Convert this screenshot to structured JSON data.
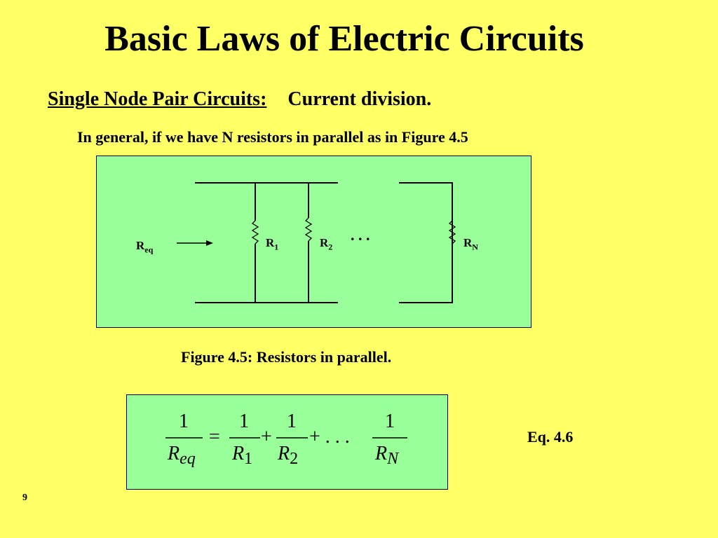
{
  "slide": {
    "title": "Basic Laws of Electric Circuits",
    "subtitle_underlined": "Single Node Pair Circuits:",
    "subtitle_rest": "Current division.",
    "intro": "In general, if we have N resistors in parallel as in Figure 4.5",
    "page_number": "9"
  },
  "figure": {
    "req_label": "R",
    "req_sub": "eq",
    "r1_label": "R",
    "r1_sub": "1",
    "r2_label": "R",
    "r2_sub": "2",
    "rn_label": "R",
    "rn_sub": "N",
    "ellipsis": ". . .",
    "caption": "Figure 4.5:  Resistors in parallel."
  },
  "equation": {
    "one": "1",
    "req_R": "R",
    "req_sub": "eq",
    "equals": "=",
    "r1_R": "R",
    "r1_sub": "1",
    "plus": "+",
    "r2_R": "R",
    "r2_sub": "2",
    "plus_dots": "+ .  .  .",
    "rn_R": "R",
    "rn_sub": "N",
    "eq_number": "Eq. 4.6"
  }
}
